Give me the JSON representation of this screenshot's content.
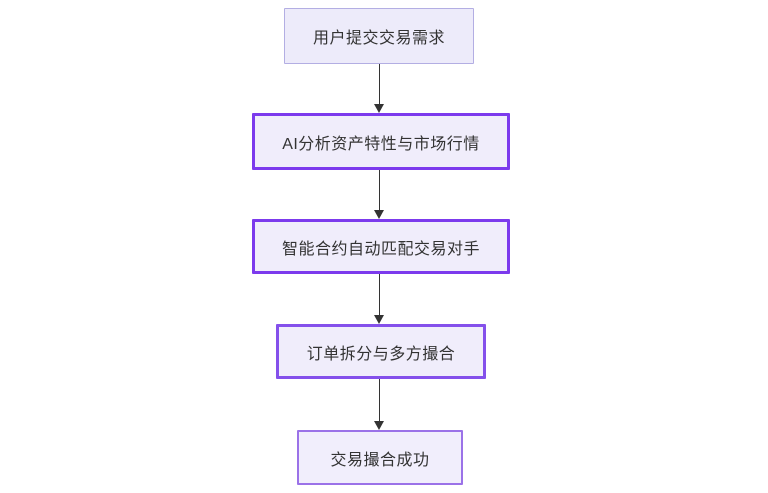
{
  "diagram": {
    "type": "flowchart",
    "direction": "top-to-bottom",
    "background_color": "#ffffff",
    "text_color": "#333333",
    "arrow_color": "#333333",
    "nodes": [
      {
        "label": "用户提交交易需求",
        "fill": "#edebfa",
        "border_color": "#b3aee3",
        "border_width": "1.5px"
      },
      {
        "label": "AI分析资产特性与市场行情",
        "fill": "#f0edfb",
        "border_color": "#7c3aed",
        "border_width": "3px"
      },
      {
        "label": "智能合约自动匹配交易对手",
        "fill": "#f0edfb",
        "border_color": "#7c3aed",
        "border_width": "3px"
      },
      {
        "label": "订单拆分与多方撮合",
        "fill": "#f0edfb",
        "border_color": "#8450eb",
        "border_width": "3px"
      },
      {
        "label": "交易撮合成功",
        "fill": "#f1eefc",
        "border_color": "#9b72e8",
        "border_width": "2px"
      }
    ],
    "edges": [
      {
        "from": "用户提交交易需求",
        "to": "AI分析资产特性与市场行情",
        "arrow": "down"
      },
      {
        "from": "AI分析资产特性与市场行情",
        "to": "智能合约自动匹配交易对手",
        "arrow": "down"
      },
      {
        "from": "智能合约自动匹配交易对手",
        "to": "订单拆分与多方撮合",
        "arrow": "down"
      },
      {
        "from": "订单拆分与多方撮合",
        "to": "交易撮合成功",
        "arrow": "down"
      }
    ]
  }
}
